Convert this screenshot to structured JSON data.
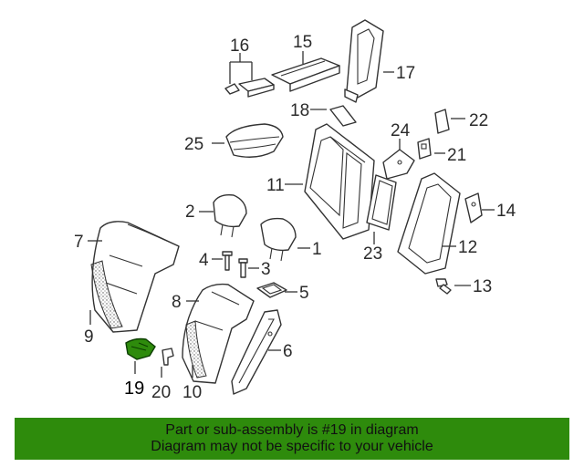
{
  "diagram": {
    "callouts": [
      "1",
      "2",
      "3",
      "4",
      "5",
      "6",
      "7",
      "8",
      "9",
      "10",
      "11",
      "12",
      "13",
      "14",
      "15",
      "16",
      "17",
      "18",
      "19",
      "20",
      "21",
      "22",
      "23",
      "24",
      "25"
    ],
    "highlight_callout": "19",
    "highlight_color": "#2e8b0c"
  },
  "banner": {
    "line1": "Part or sub-assembly is #19 in diagram",
    "line2": "Diagram may not be specific to your vehicle",
    "background": "#2e8b0c"
  }
}
